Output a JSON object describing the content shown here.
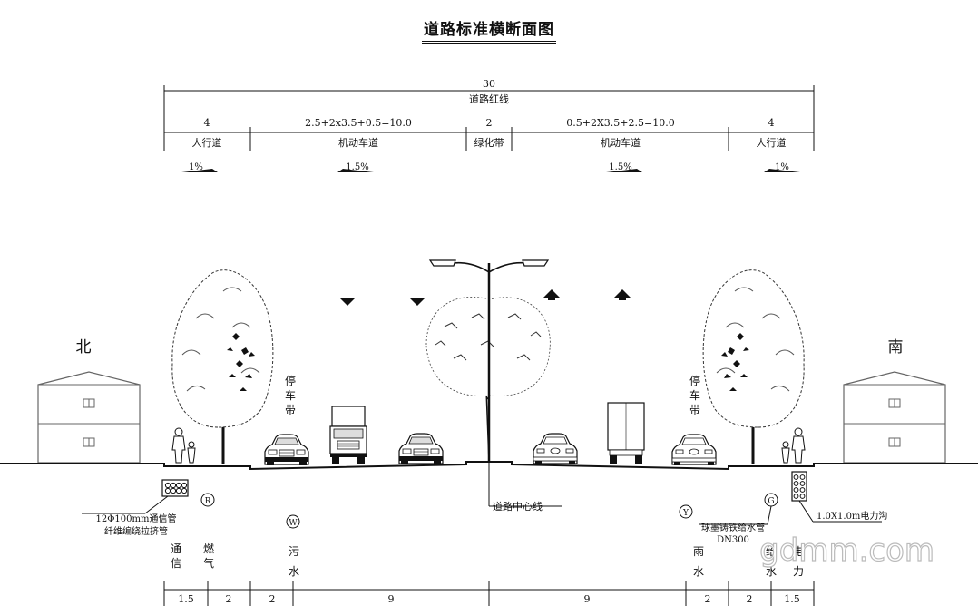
{
  "title": "道路标准横断面图",
  "total_width": "30",
  "red_line_label": "道路红线",
  "segments": [
    {
      "width": "4",
      "label": "人行道",
      "slope": "1%"
    },
    {
      "width": "2.5+2x3.5+0.5=10.0",
      "label": "机动车道",
      "slope": "1.5%"
    },
    {
      "width": "2",
      "label": "绿化带",
      "slope": ""
    },
    {
      "width": "0.5+2X3.5+2.5=10.0",
      "label": "机动车道",
      "slope": "1.5%"
    },
    {
      "width": "4",
      "label": "人行道",
      "slope": "1%"
    }
  ],
  "north_label": "北",
  "south_label": "南",
  "parking_label": "停车带",
  "centerline_label": "道路中心线",
  "pipe_comm_note": [
    "12Φ100mm通信管",
    "纤维编绕拉挤管"
  ],
  "water_pipe_note": [
    "球墨铸铁给水管",
    "DN300"
  ],
  "power_trench_note": "1.0X1.0m电力沟",
  "utility_symbols": [
    "R",
    "W",
    "Y",
    "G"
  ],
  "utility_labels": [
    "通信",
    "燃气",
    "污水",
    "雨水",
    "给水",
    "电力"
  ],
  "bottom_dims": [
    "1.5",
    "2",
    "2",
    "9",
    "9",
    "2",
    "2",
    "1.5"
  ],
  "watermark": "gdmm.com"
}
